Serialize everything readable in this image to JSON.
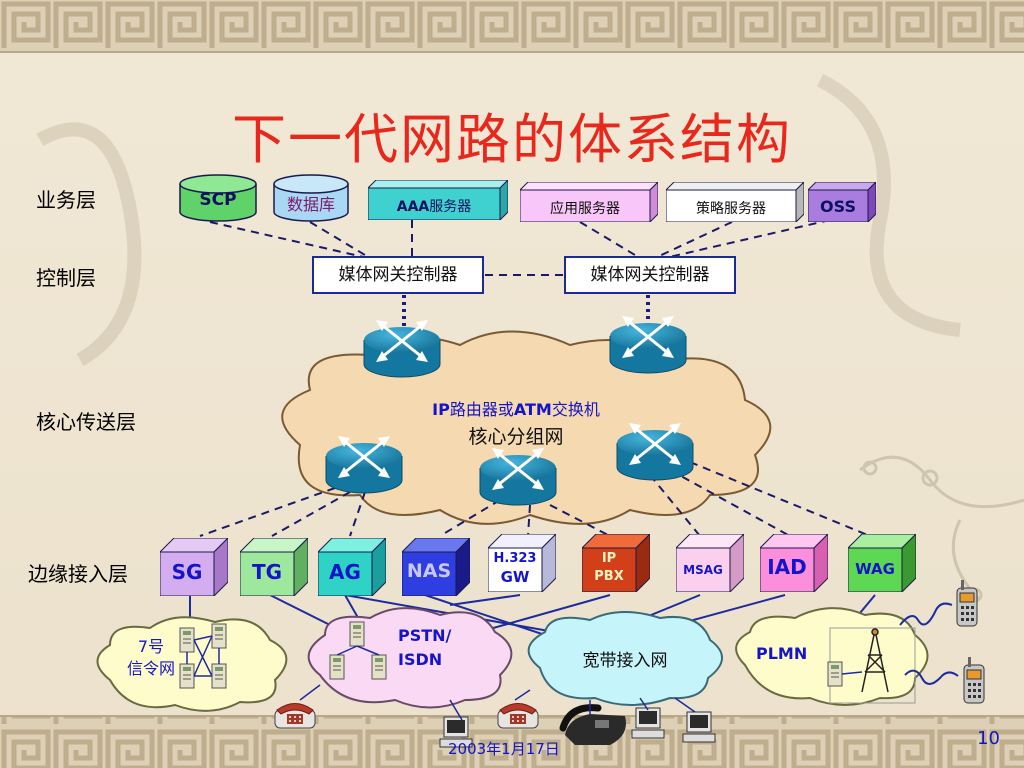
{
  "title": "下一代网路的体系结构",
  "layers": {
    "service": "业务层",
    "control": "控制层",
    "core": "核心传送层",
    "edge": "边缘接入层"
  },
  "service_nodes": {
    "scp": "SCP",
    "database": "数据库",
    "aaa_prefix": "AAA",
    "aaa_suffix": "服务器",
    "app_server": "应用服务器",
    "policy_server": "策略服务器",
    "oss": "OSS"
  },
  "control_nodes": {
    "mgc_left": "媒体网关控制器",
    "mgc_right": "媒体网关控制器"
  },
  "core_cloud": {
    "line1_ip": "IP",
    "line1_mid": "路由器或",
    "line1_atm": "ATM",
    "line1_end": "交换机",
    "line2": "核心分组网"
  },
  "edge_nodes": {
    "sg": "SG",
    "tg": "TG",
    "ag": "AG",
    "nas": "NAS",
    "h323_line1": "H.323",
    "h323_line2": "GW",
    "ippbx_line1": "IP",
    "ippbx_line2": "PBX",
    "msag": "MSAG",
    "iad": "IAD",
    "wag": "WAG"
  },
  "access_networks": {
    "ss7_line1": "7号",
    "ss7_line2": "信令网",
    "pstn_line1": "PSTN/",
    "pstn_line2": "ISDN",
    "broadband": "宽带接入网",
    "plmn": "PLMN"
  },
  "footer": {
    "date": "2003年1月17日",
    "page_number": "10"
  },
  "icons": [
    "router-icon",
    "telephone-icon",
    "computer-icon",
    "ip-phone-icon",
    "mobile-phone-icon",
    "switch-cabinet-icon",
    "antenna-tower-icon"
  ],
  "colors": {
    "title": "#e8281c",
    "edge_blue_text": "#1414c8",
    "cloud_core": "#f5d9b0",
    "cloud_pink": "#f9d9f3",
    "cloud_cyan": "#c6f4fb",
    "cloud_yellow": "#fffccc",
    "router": "#1f8fba"
  }
}
